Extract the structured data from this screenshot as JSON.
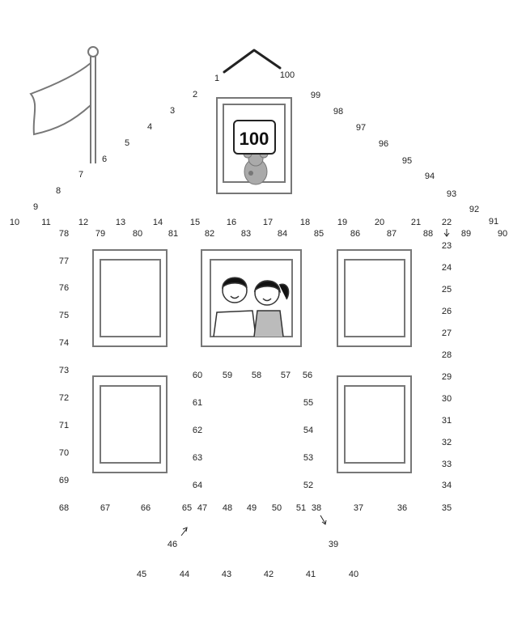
{
  "title": "",
  "badge_text": "100",
  "colors": {
    "outline": "#777777",
    "roof_mark": "#222222",
    "number_text": "#222222",
    "page": "#ffffff"
  },
  "dots": [
    "1",
    "2",
    "3",
    "4",
    "5",
    "6",
    "7",
    "8",
    "9",
    "10",
    "11",
    "12",
    "13",
    "14",
    "15",
    "16",
    "17",
    "18",
    "19",
    "20",
    "21",
    "22",
    "23",
    "24",
    "25",
    "26",
    "27",
    "28",
    "29",
    "30",
    "31",
    "32",
    "33",
    "34",
    "35",
    "36",
    "37",
    "38",
    "39",
    "40",
    "41",
    "42",
    "43",
    "44",
    "45",
    "46",
    "47",
    "48",
    "49",
    "50",
    "51",
    "52",
    "53",
    "54",
    "55",
    "56",
    "57",
    "58",
    "59",
    "60",
    "61",
    "62",
    "63",
    "64",
    "65",
    "66",
    "67",
    "68",
    "69",
    "70",
    "71",
    "72",
    "73",
    "74",
    "75",
    "76",
    "77",
    "78",
    "79",
    "80",
    "81",
    "82",
    "83",
    "84",
    "85",
    "86",
    "87",
    "88",
    "89",
    "90",
    "91",
    "92",
    "93",
    "94",
    "95",
    "96",
    "97",
    "98",
    "99",
    "100"
  ],
  "illustrations": [
    "flag-icon",
    "mouse-holding-100-sign-icon",
    "two-children-icon"
  ]
}
